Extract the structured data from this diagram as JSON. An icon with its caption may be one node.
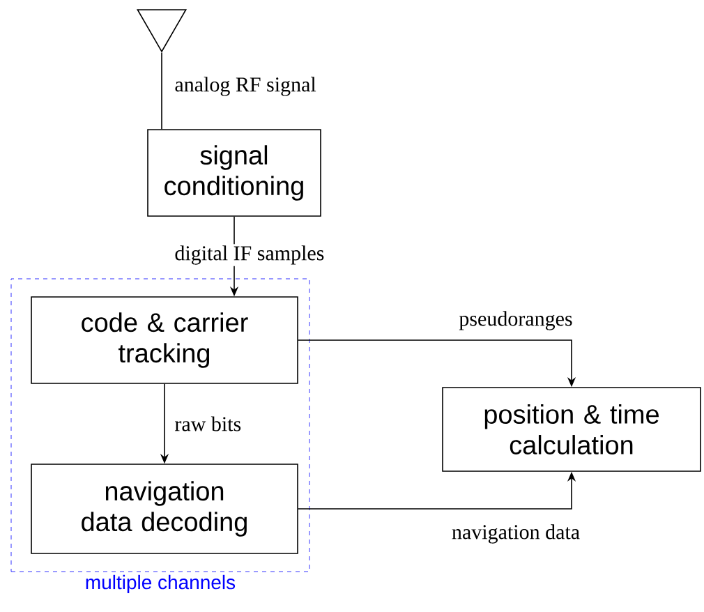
{
  "diagram": {
    "nodes": [
      {
        "text": [],
        "shape": "triangle"
      },
      {
        "text": [
          "signal conditioning"
        ]
      },
      {
        "text": [
          "multiple channels"
        ]
      },
      {
        "text": [
          "code & carrier tracking"
        ],
        "in": 2
      },
      {
        "text": [
          "navigation data decoding"
        ],
        "in": 2
      },
      {
        "text": [
          "position & time calculation"
        ]
      }
    ],
    "edges": [
      {
        "from": 0,
        "to": 1,
        "arrow": "none",
        "label": "analog RF signal"
      },
      {
        "from": 1,
        "to": 3,
        "arrow": "to",
        "label": "digital IF samples"
      },
      {
        "from": 3,
        "to": 4,
        "arrow": "to",
        "label": "raw bits"
      },
      {
        "from": 3,
        "to": 5,
        "arrow": "to",
        "label": "pseudoranges"
      },
      {
        "from": 4,
        "to": 5,
        "arrow": "to",
        "label": "navigation data"
      }
    ]
  }
}
